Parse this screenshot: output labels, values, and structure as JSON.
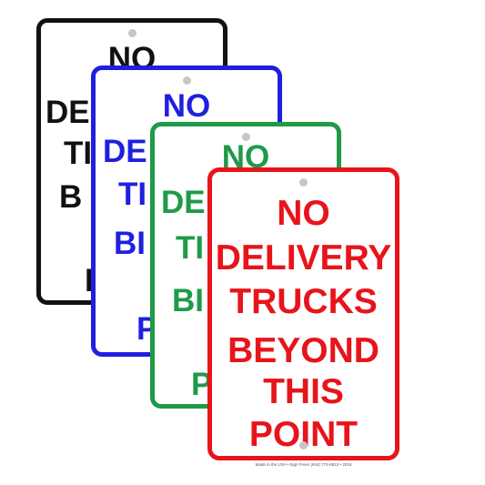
{
  "signs": {
    "black": {
      "color": "#111111",
      "lines": [
        "NO",
        "DE",
        "TI",
        "B",
        "I"
      ]
    },
    "blue": {
      "color": "#1f1fe0",
      "lines": [
        "NO",
        "DE",
        "TI",
        "BI",
        "P"
      ]
    },
    "green": {
      "color": "#1f9a48",
      "lines": [
        "NO",
        "DE",
        "TI",
        "BI",
        "P"
      ]
    },
    "red": {
      "color": "#e8141b",
      "lines": [
        "NO",
        "DELIVERY",
        "TRUCKS",
        "BEYOND",
        "THIS",
        "POINT"
      ]
    }
  },
  "caption": "Made in the USA • Sign Fever (844) 774-8910 • 2016",
  "icons": [
    "mounting-hole-icon"
  ]
}
